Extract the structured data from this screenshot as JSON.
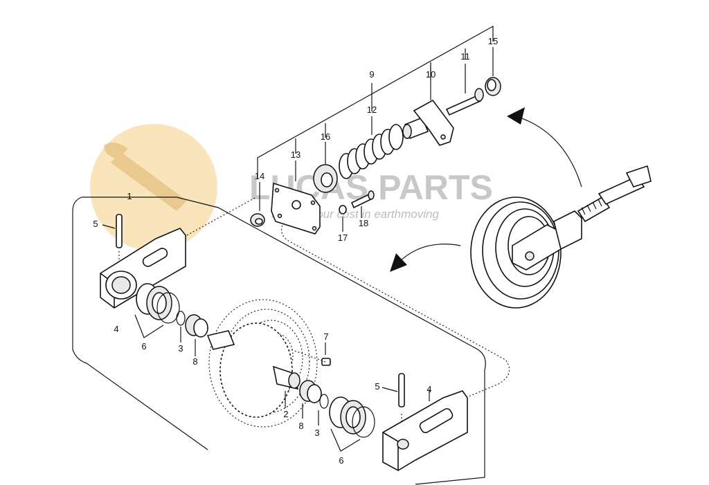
{
  "watermark": {
    "brand": "LUCAS PARTS",
    "tagline": "reduce your cost in earthmoving",
    "logo_color": "#f6d9a0"
  },
  "callouts": {
    "c1": "1",
    "c2": "2",
    "c3a": "3",
    "c3b": "3",
    "c4a": "4",
    "c4b": "4",
    "c5a": "5",
    "c5b": "5",
    "c6a": "6",
    "c6b": "6",
    "c7": "7",
    "c8a": "8",
    "c8b": "8",
    "c9": "9",
    "c10": "10",
    "c11": "11",
    "c12": "12",
    "c13": "13",
    "c14": "14",
    "c15": "15",
    "c16": "16",
    "c17": "17",
    "c18": "18"
  }
}
